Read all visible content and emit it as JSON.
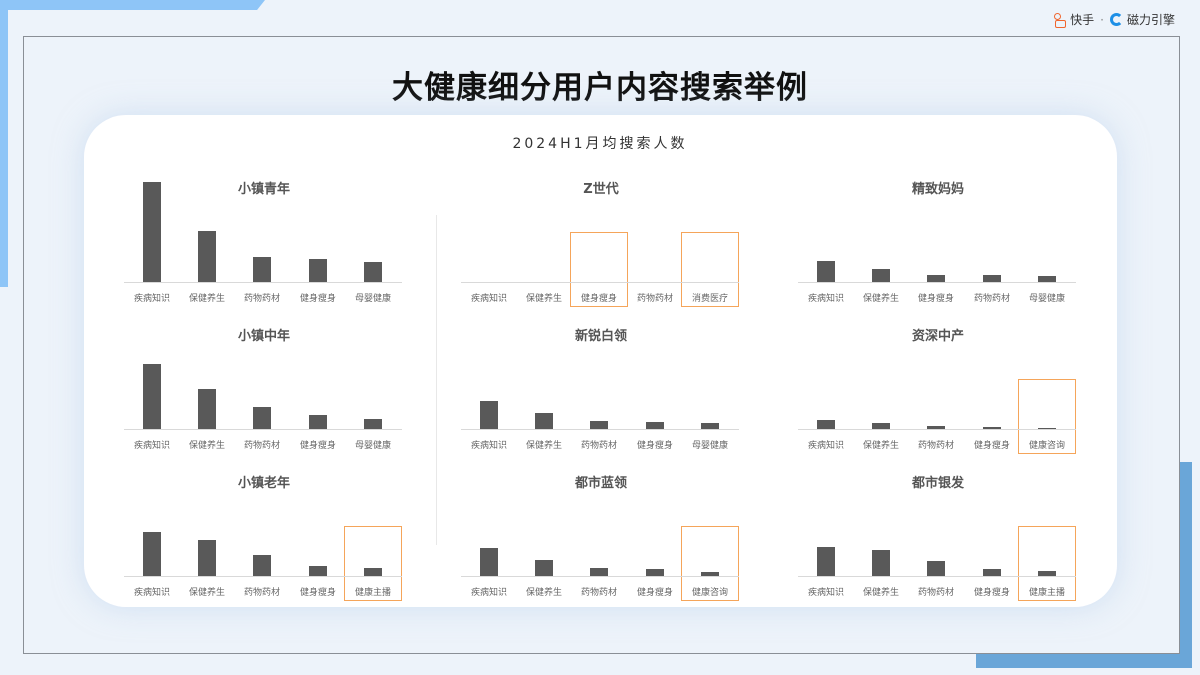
{
  "header": {
    "title": "大健康细分用户内容搜索举例",
    "subtitle": "2024H1月均搜索人数",
    "logo": {
      "brand1": "快手",
      "separator": "·",
      "brand2": "磁力引擎"
    }
  },
  "colors": {
    "bar": "#595959",
    "highlight_box": "#f5a55a",
    "accent_blue": "#6aa6d8",
    "light_blue": "#8ec5f7"
  },
  "chart_data": [
    {
      "type": "bar",
      "title": "小镇青年",
      "categories": [
        "疾病知识",
        "保健养生",
        "药物药材",
        "健身瘦身",
        "母婴健康"
      ],
      "values": [
        100,
        51,
        25,
        23,
        20
      ],
      "highlighted": []
    },
    {
      "type": "bar",
      "title": "Z世代",
      "categories": [
        "疾病知识",
        "保健养生",
        "健身瘦身",
        "药物药材",
        "消费医疗"
      ],
      "values": [
        0,
        0,
        0,
        0,
        0
      ],
      "highlighted": [
        "健身瘦身",
        "消费医疗"
      ]
    },
    {
      "type": "bar",
      "title": "精致妈妈",
      "categories": [
        "疾病知识",
        "保健养生",
        "健身瘦身",
        "药物药材",
        "母婴健康"
      ],
      "values": [
        21,
        13,
        7,
        7,
        6
      ],
      "highlighted": []
    },
    {
      "type": "bar",
      "title": "小镇中年",
      "categories": [
        "疾病知识",
        "保健养生",
        "药物药材",
        "健身瘦身",
        "母婴健康"
      ],
      "values": [
        65,
        40,
        22,
        14,
        10
      ],
      "highlighted": []
    },
    {
      "type": "bar",
      "title": "新锐白领",
      "categories": [
        "疾病知识",
        "保健养生",
        "药物药材",
        "健身瘦身",
        "母婴健康"
      ],
      "values": [
        28,
        16,
        8,
        7,
        6
      ],
      "highlighted": []
    },
    {
      "type": "bar",
      "title": "资深中产",
      "categories": [
        "疾病知识",
        "保健养生",
        "药物药材",
        "健身瘦身",
        "健康咨询"
      ],
      "values": [
        9,
        6,
        3,
        2,
        1
      ],
      "highlighted": [
        "健康咨询"
      ]
    },
    {
      "type": "bar",
      "title": "小镇老年",
      "categories": [
        "疾病知识",
        "保健养生",
        "药物药材",
        "健身瘦身",
        "健康主播"
      ],
      "values": [
        44,
        36,
        21,
        10,
        8
      ],
      "highlighted": [
        "健康主播"
      ]
    },
    {
      "type": "bar",
      "title": "都市蓝领",
      "categories": [
        "疾病知识",
        "保健养生",
        "药物药材",
        "健身瘦身",
        "健康咨询"
      ],
      "values": [
        28,
        16,
        8,
        7,
        4
      ],
      "highlighted": [
        "健康咨询"
      ]
    },
    {
      "type": "bar",
      "title": "都市银发",
      "categories": [
        "疾病知识",
        "保健养生",
        "药物药材",
        "健身瘦身",
        "健康主播"
      ],
      "values": [
        29,
        26,
        15,
        7,
        5
      ],
      "highlighted": [
        "健康主播"
      ]
    }
  ]
}
